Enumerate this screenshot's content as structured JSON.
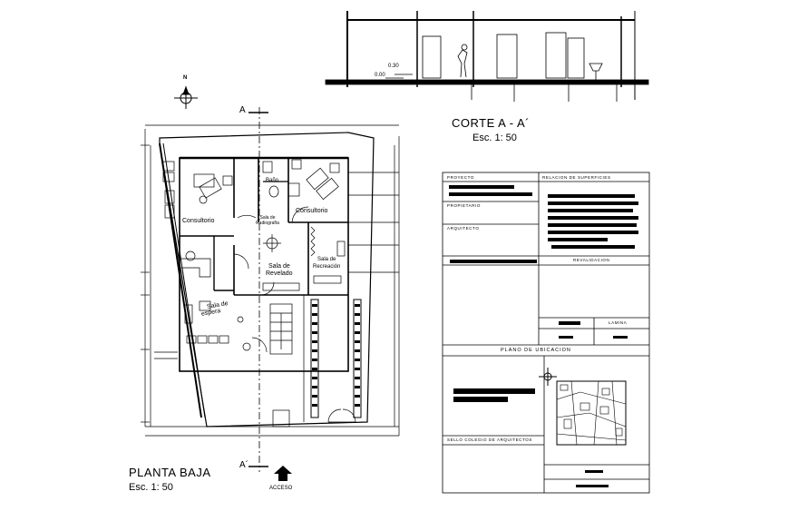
{
  "section": {
    "title": "CORTE A - A´",
    "scale": "Esc. 1: 50",
    "levels": [
      "0.30",
      "0.00"
    ]
  },
  "plan": {
    "title": "PLANTA BAJA",
    "scale": "Esc. 1: 50",
    "cut_marks": [
      "A",
      "A´"
    ],
    "north": "N",
    "entrance": "ACCESO",
    "rooms": {
      "consultorio_left": "Consultorio",
      "consultorio_right": "Consultorio",
      "bano": "Baño",
      "sala_radiografia": "Sala de Radiografía",
      "sala_revelado_1": "Sala de",
      "sala_revelado_2": "Revelado",
      "sala_recreacion_1": "Sala de",
      "sala_recreacion_2": "Recreación",
      "sala_espera_1": "Sala de",
      "sala_espera_2": "espera"
    }
  },
  "title_block": {
    "proyecto": "PROYECTO",
    "relacion": "RELACION DE SUPERFICIES",
    "propietario": "PROPIETARIO",
    "arquitecto": "ARQUITECTO",
    "revalidacion": "REVALIDACION",
    "lamina": "LAMINA",
    "plano_ubicacion": "PLANO DE UBICACION",
    "sello": "SELLO COLEGIO DE ARQUITECTOS"
  }
}
